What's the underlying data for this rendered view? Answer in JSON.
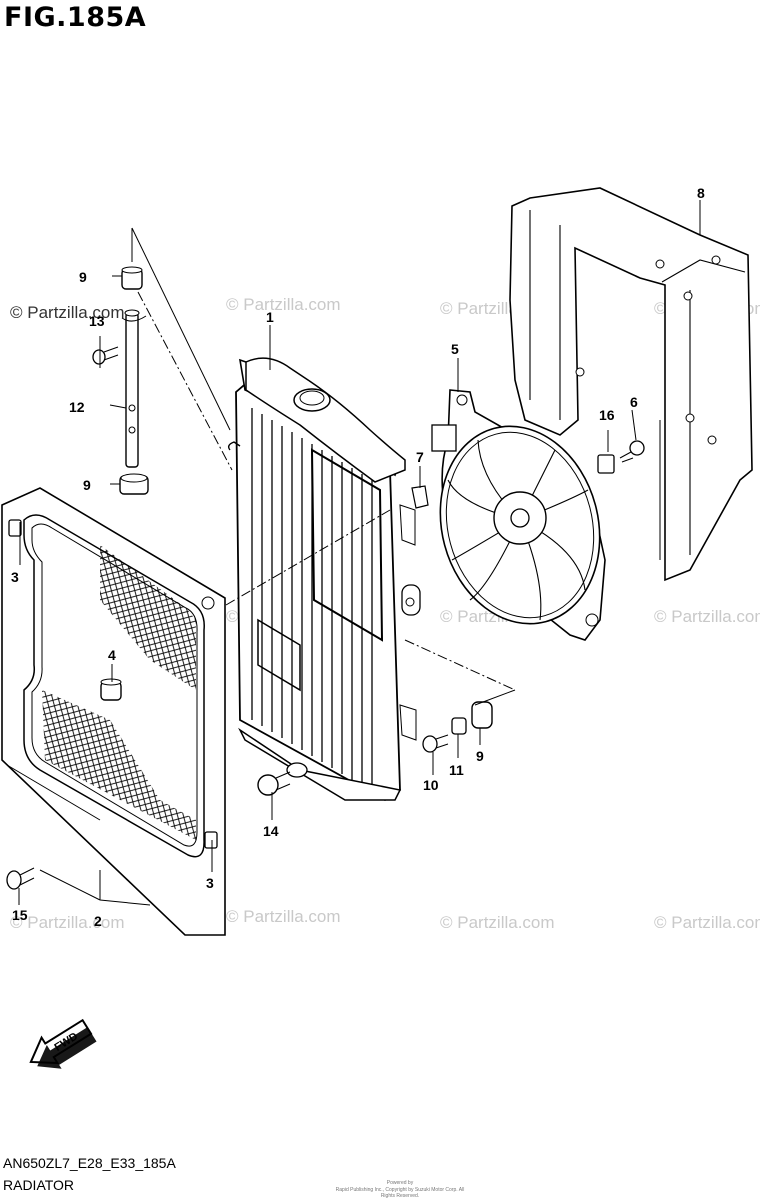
{
  "figure": {
    "title": "FIG.185A",
    "model_code": "AN650ZL7_E28_E33_185A",
    "section_name": "RADIATOR",
    "fine_print": [
      "Powered by",
      "Rapid Publishing Inc., Copyright by Suzuki Motor Corp. All Rights Reserved."
    ]
  },
  "watermark": "© Partzilla.com",
  "fwd_label": "FWD",
  "callouts": [
    {
      "id": "c1",
      "label": "1"
    },
    {
      "id": "c2",
      "label": "2"
    },
    {
      "id": "c3a",
      "label": "3"
    },
    {
      "id": "c3b",
      "label": "3"
    },
    {
      "id": "c4",
      "label": "4"
    },
    {
      "id": "c5",
      "label": "5"
    },
    {
      "id": "c6",
      "label": "6"
    },
    {
      "id": "c7",
      "label": "7"
    },
    {
      "id": "c8",
      "label": "8"
    },
    {
      "id": "c9a",
      "label": "9"
    },
    {
      "id": "c9b",
      "label": "9"
    },
    {
      "id": "c9c",
      "label": "9"
    },
    {
      "id": "c10",
      "label": "10"
    },
    {
      "id": "c11",
      "label": "11"
    },
    {
      "id": "c12",
      "label": "12"
    },
    {
      "id": "c13",
      "label": "13"
    },
    {
      "id": "c14",
      "label": "14"
    },
    {
      "id": "c15",
      "label": "15"
    },
    {
      "id": "c16",
      "label": "16"
    }
  ]
}
